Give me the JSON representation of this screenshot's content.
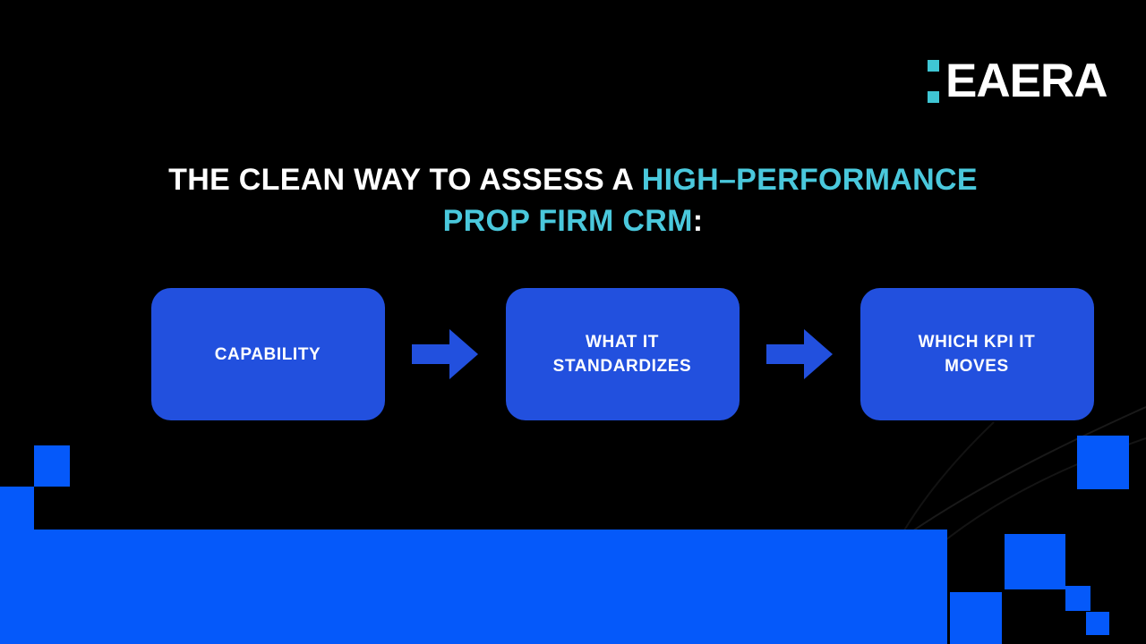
{
  "brand": {
    "name": "EAERA",
    "mark_color": "#3FC6D4",
    "text_color": "#FFFFFF"
  },
  "headline": {
    "line1_plain": "THE CLEAN WAY TO ASSESS A ",
    "line1_accent": "HIGH–PERFORMANCE",
    "line2_accent": "PROP FIRM CRM",
    "line2_plain": ":",
    "accent_color": "#4AC8DC",
    "text_color": "#FFFFFF"
  },
  "flow": {
    "steps": [
      {
        "label": "CAPABILITY"
      },
      {
        "label": "WHAT IT\nSTANDARDIZES",
        "line1": "WHAT IT",
        "line2": "STANDARDIZES"
      },
      {
        "label": "WHICH KPI IT\nMOVES",
        "line1": "WHICH KPI IT",
        "line2": "MOVES"
      }
    ],
    "arrow_icon": "arrow-right-icon",
    "card_color": "#2250DE",
    "arrow_color": "#2250DE"
  },
  "decor": {
    "accent_blue": "#0559FA",
    "background": "#000000"
  }
}
